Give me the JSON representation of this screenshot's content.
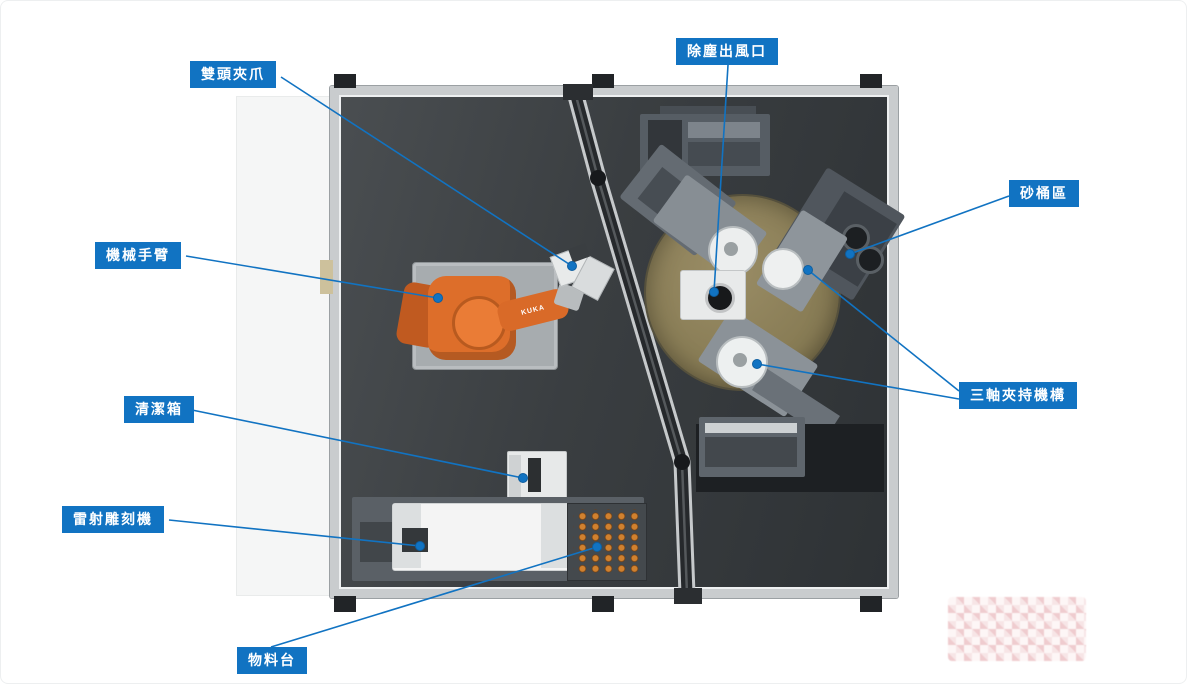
{
  "diagram": {
    "labels": [
      {
        "id": "double-head-gripper",
        "text": "雙頭夾爪"
      },
      {
        "id": "dust-outlet",
        "text": "除塵出風口"
      },
      {
        "id": "sand-bucket-area",
        "text": "砂桶區"
      },
      {
        "id": "robot-arm",
        "text": "機械手臂"
      },
      {
        "id": "three-axis-clamp",
        "text": "三軸夾持機構"
      },
      {
        "id": "cleaning-box",
        "text": "清潔箱"
      },
      {
        "id": "laser-engraver",
        "text": "雷射雕刻機"
      },
      {
        "id": "material-table",
        "text": "物料台"
      }
    ],
    "robot_brand": "KUKA",
    "colors": {
      "accent_blue": "#1173c2",
      "robot_orange": "#d96a28",
      "turntable_tan": "#877b54",
      "enclosure_frame": "#c9ccce",
      "interior_dark": "#3a3e41"
    }
  }
}
